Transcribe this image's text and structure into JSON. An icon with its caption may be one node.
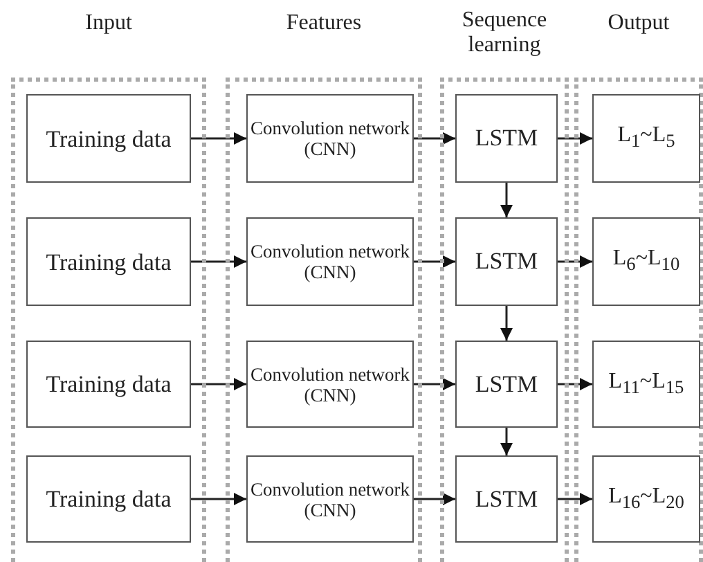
{
  "diagram": {
    "nodes": [
      {
        "text": [
          "Input"
        ]
      },
      {
        "text": [
          "Training data"
        ],
        "in": 0
      },
      {
        "text": [
          "Training data"
        ],
        "in": 0
      },
      {
        "text": [
          "Training data"
        ],
        "in": 0
      },
      {
        "text": [
          "Training data"
        ],
        "in": 0
      },
      {
        "text": [
          "Features"
        ]
      },
      {
        "text": [
          "Convolution network (CNN)"
        ],
        "in": 5
      },
      {
        "text": [
          "Convolution network (CNN)"
        ],
        "in": 5
      },
      {
        "text": [
          "Convolution network (CNN)"
        ],
        "in": 5
      },
      {
        "text": [
          "Convolution network (CNN)"
        ],
        "in": 5
      },
      {
        "text": [
          "Sequence learning"
        ]
      },
      {
        "text": [
          "LSTM"
        ],
        "in": 10
      },
      {
        "text": [
          "LSTM"
        ],
        "in": 10
      },
      {
        "text": [
          "LSTM"
        ],
        "in": 10
      },
      {
        "text": [
          "LSTM"
        ],
        "in": 10
      },
      {
        "text": [
          "Output"
        ]
      },
      {
        "text": [
          "L$_{1}$~L$_{5}$"
        ],
        "in": 15
      },
      {
        "text": [
          "L$_{6}$~L$_{10}$"
        ],
        "in": 15
      },
      {
        "text": [
          "L$_{11}$~L$_{15}$"
        ],
        "in": 15
      },
      {
        "text": [
          "L$_{16}$~L$_{20}$"
        ],
        "in": 15
      }
    ],
    "edges": [
      {
        "from": 1,
        "to": 6,
        "arrow": "to"
      },
      {
        "from": 6,
        "to": 11,
        "arrow": "to"
      },
      {
        "from": 11,
        "to": 16,
        "arrow": "to"
      },
      {
        "from": 11,
        "to": 12,
        "arrow": "to"
      },
      {
        "from": 2,
        "to": 7,
        "arrow": "to"
      },
      {
        "from": 7,
        "to": 12,
        "arrow": "to"
      },
      {
        "from": 12,
        "to": 17,
        "arrow": "to"
      },
      {
        "from": 12,
        "to": 13,
        "arrow": "to"
      },
      {
        "from": 3,
        "to": 8,
        "arrow": "to"
      },
      {
        "from": 8,
        "to": 13,
        "arrow": "to"
      },
      {
        "from": 13,
        "to": 18,
        "arrow": "to"
      },
      {
        "from": 13,
        "to": 14,
        "arrow": "to"
      },
      {
        "from": 4,
        "to": 9,
        "arrow": "to"
      },
      {
        "from": 9,
        "to": 14,
        "arrow": "to"
      },
      {
        "from": 14,
        "to": 19,
        "arrow": "to"
      }
    ]
  }
}
